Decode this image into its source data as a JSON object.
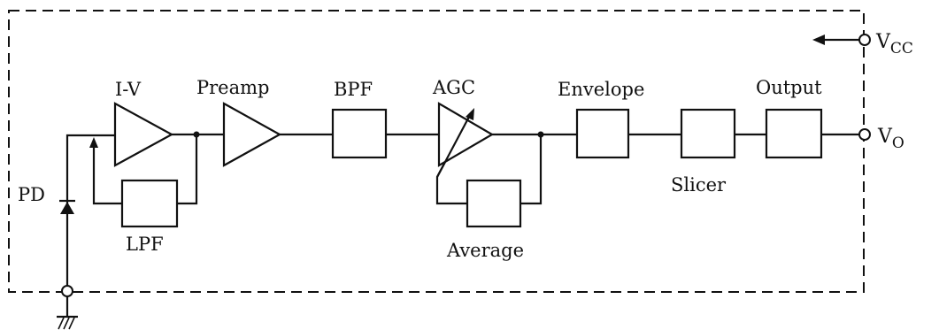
{
  "blocks": {
    "iv": "I-V",
    "preamp": "Preamp",
    "bpf": "BPF",
    "agc": "AGC",
    "envelope": "Envelope",
    "output": "Output",
    "slicer": "Slicer",
    "lpf": "LPF",
    "average": "Average",
    "pd": "PD"
  },
  "terminals": {
    "vcc_main": "V",
    "vcc_sub": "CC",
    "vo_main": "V",
    "vo_sub": "O"
  }
}
